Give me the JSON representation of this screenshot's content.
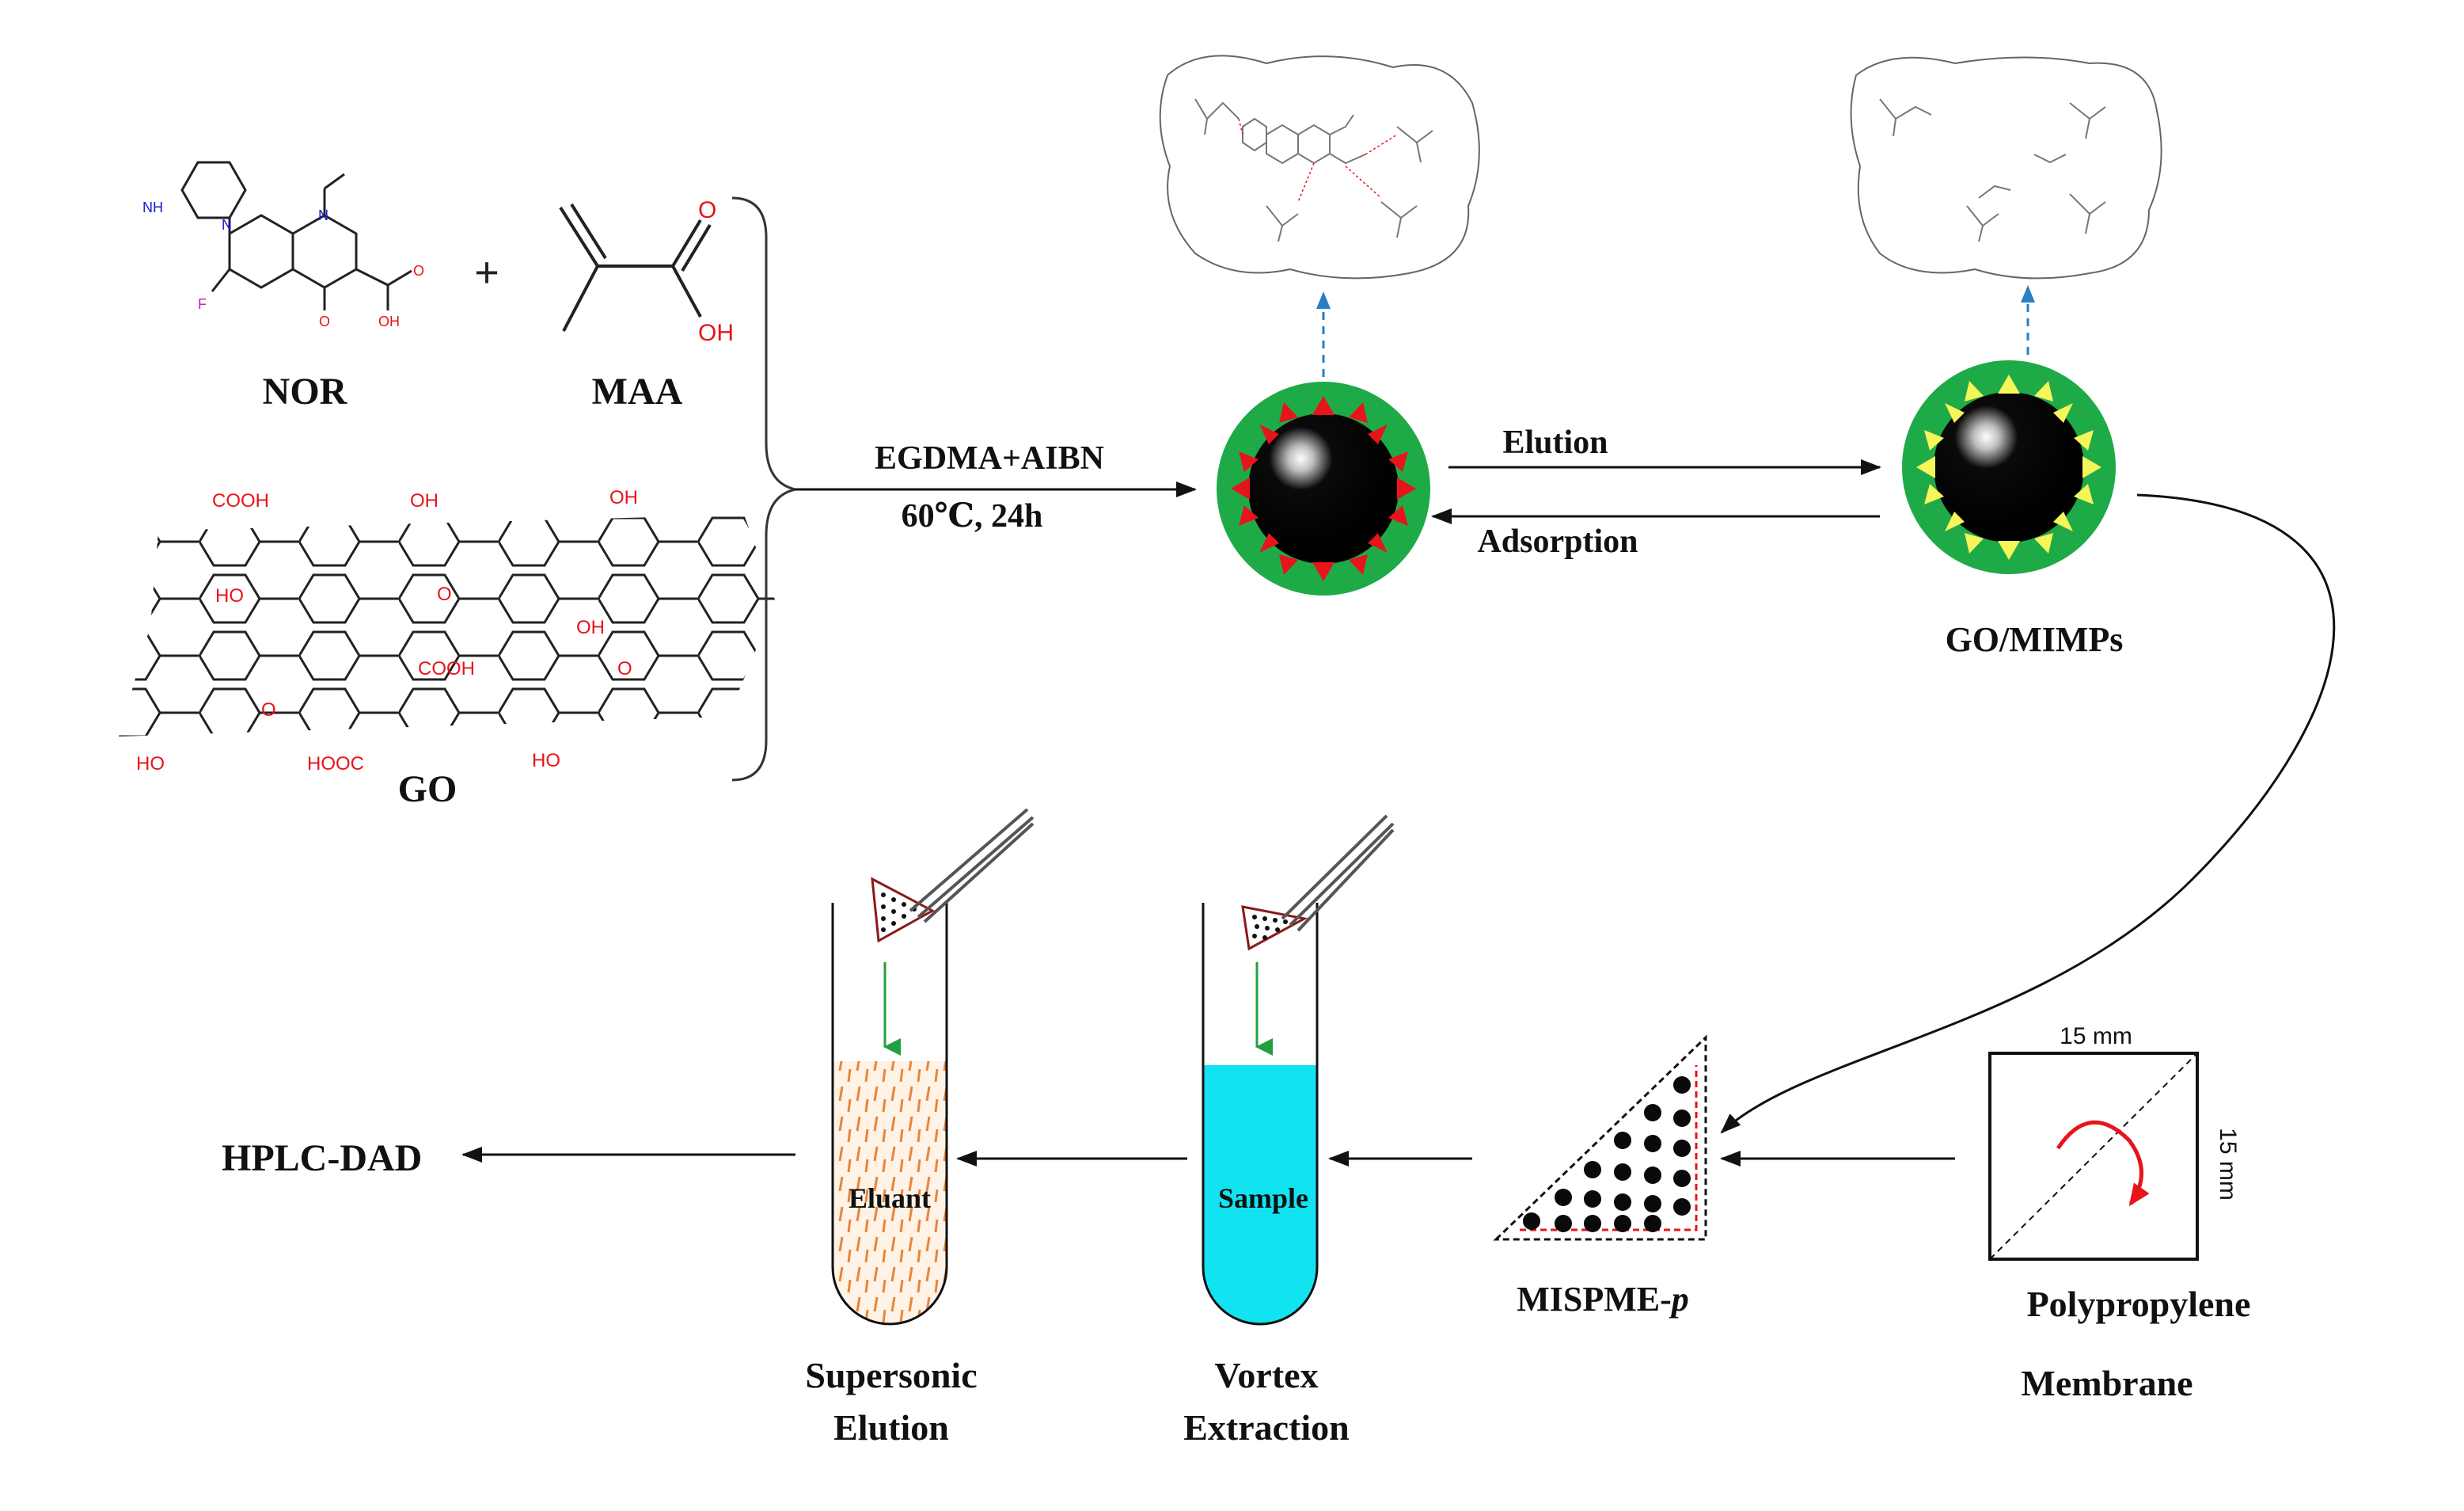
{
  "labels": {
    "nor": "NOR",
    "maa": "MAA",
    "go": "GO",
    "plus": "+",
    "reagents": "EGDMA+AIBN",
    "conditions": "60℃, 24h",
    "elution": "Elution",
    "adsorption": "Adsorption",
    "product": "GO/MIMPs",
    "mispme_base": "MISPME-",
    "mispme_italic": "p",
    "membrane_line1": "Polypropylene",
    "membrane_line2": "Membrane",
    "dim_top": "15 mm",
    "dim_side": "15 mm",
    "vortex_line1": "Vortex",
    "vortex_line2": "Extraction",
    "supersonic_line1": "Supersonic",
    "supersonic_line2": "Elution",
    "sample": "Sample",
    "eluant": "Eluant",
    "hplc": "HPLC-DAD"
  },
  "chemistry": {
    "nh": "NH",
    "n": "N",
    "f": "F",
    "o": "O",
    "oh": "OH",
    "cooh": "COOH",
    "hooc": "HOOC",
    "ho": "HO"
  },
  "colors": {
    "shell_green": "#1faa48",
    "core_black": "#0a0a0a",
    "template_red": "#e8141b",
    "cavity_yellow": "#f6f55a",
    "sample_cyan": "#12e3f0",
    "eluant_orange": "#e8a66a",
    "heteroatom_red": "#e8141b",
    "nitrogen_blue": "#1a1ad0",
    "fluorine_magenta": "#c020c0",
    "dashed_arrow_blue": "#2a7ec4",
    "down_arrow_green": "#22a040"
  },
  "icons": [
    "imprinted-particle-icon",
    "template-removed-particle-icon",
    "tweezers-icon",
    "test-tube-icon",
    "membrane-square-icon",
    "rotation-arrow-icon"
  ]
}
